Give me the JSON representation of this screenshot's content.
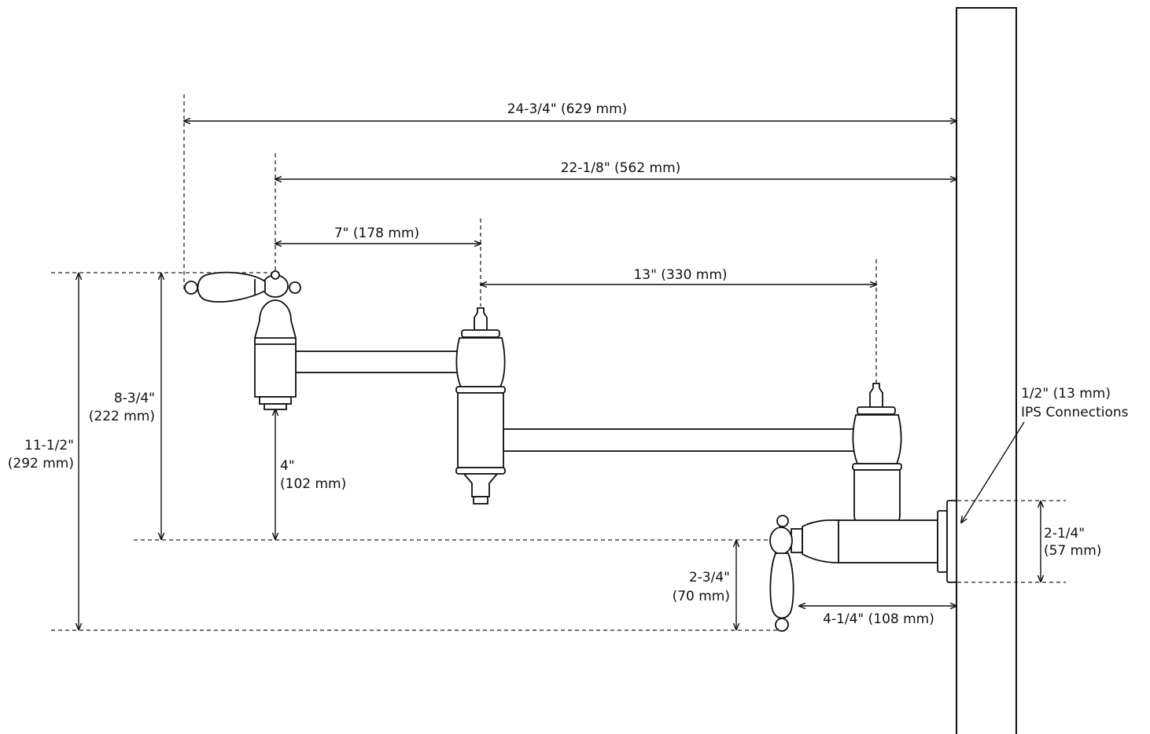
{
  "dimensions": {
    "overall_reach": "24-3/4\" (629 mm)",
    "spout_reach": "22-1/8\" (562 mm)",
    "first_arm": "7\" (178 mm)",
    "second_arm": "13\" (330 mm)",
    "handle_height_in": "8-3/4\"",
    "handle_height_mm": "(222 mm)",
    "total_height_in": "11-1/2\"",
    "total_height_mm": "(292 mm)",
    "spout_clearance_in": "4\"",
    "spout_clearance_mm": "(102 mm)",
    "lower_handle_in": "2-3/4\"",
    "lower_handle_mm": "(70 mm)",
    "flange_in": "2-1/4\"",
    "flange_mm": "(57 mm)",
    "wall_offset": "4-1/4\" (108 mm)"
  },
  "callout": {
    "line1": "1/2\" (13 mm)",
    "line2": "IPS Connections"
  }
}
